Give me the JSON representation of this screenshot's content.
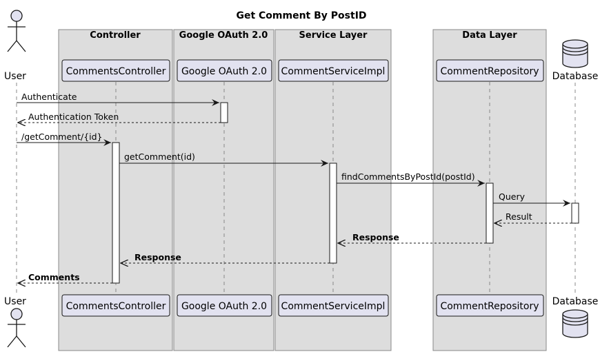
{
  "title": "Get Comment By PostID",
  "groups": [
    {
      "id": "controller",
      "title": "Controller"
    },
    {
      "id": "oauth",
      "title": "Google OAuth 2.0"
    },
    {
      "id": "service",
      "title": "Service Layer"
    },
    {
      "id": "data",
      "title": "Data Layer"
    }
  ],
  "participants": [
    {
      "id": "user",
      "label": "User",
      "kind": "actor"
    },
    {
      "id": "controller",
      "label": "CommentsController",
      "kind": "box"
    },
    {
      "id": "oauth",
      "label": "Google OAuth 2.0",
      "kind": "box"
    },
    {
      "id": "service",
      "label": "CommentServiceImpl",
      "kind": "box"
    },
    {
      "id": "repo",
      "label": "CommentRepository",
      "kind": "box"
    },
    {
      "id": "db",
      "label": "Database",
      "kind": "database"
    }
  ],
  "messages": [
    {
      "from": "user",
      "to": "oauth",
      "label": "Authenticate",
      "style": "solid",
      "bold": false
    },
    {
      "from": "oauth",
      "to": "user",
      "label": "Authentication Token",
      "style": "dashed",
      "bold": false
    },
    {
      "from": "user",
      "to": "controller",
      "label": "/getComment/{id}",
      "style": "solid",
      "bold": false
    },
    {
      "from": "controller",
      "to": "service",
      "label": "getComment(id)",
      "style": "solid",
      "bold": false
    },
    {
      "from": "service",
      "to": "repo",
      "label": "findCommentsByPostId(postId)",
      "style": "solid",
      "bold": false
    },
    {
      "from": "repo",
      "to": "db",
      "label": "Query",
      "style": "solid",
      "bold": false
    },
    {
      "from": "db",
      "to": "repo",
      "label": "Result",
      "style": "dashed",
      "bold": false
    },
    {
      "from": "repo",
      "to": "service",
      "label": "Response",
      "style": "dashed",
      "bold": true
    },
    {
      "from": "service",
      "to": "controller",
      "label": "Response",
      "style": "dashed",
      "bold": true
    },
    {
      "from": "controller",
      "to": "user",
      "label": "Comments",
      "style": "dashed",
      "bold": true
    }
  ],
  "colors": {
    "group_fill": "#dddddd",
    "group_stroke": "#888888",
    "participant_fill": "#e2e2f0",
    "participant_stroke": "#181818",
    "lifeline": "#888888",
    "arrow": "#181818",
    "activation_fill": "#ffffff"
  }
}
